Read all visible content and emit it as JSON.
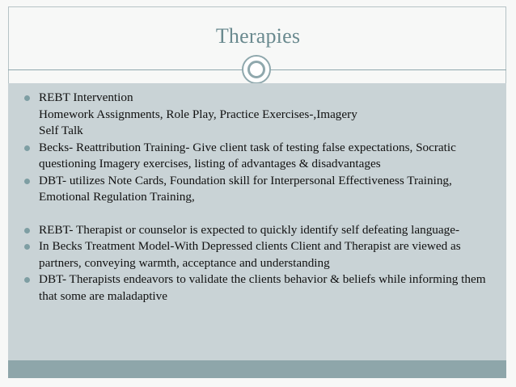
{
  "slide": {
    "title": "Therapies",
    "colors": {
      "accent": "#8fa8ad",
      "title": "#6a8a8f",
      "panel": "#c9d3d6",
      "footer": "#8ea6aa"
    },
    "items": [
      {
        "text": "REBT Intervention",
        "sub": [
          "Homework Assignments, Role Play, Practice Exercises-,Imagery",
          "Self Talk"
        ]
      },
      {
        "text": "Becks- Reattribution Training- Give client task of testing false expectations, Socratic questioning Imagery exercises, listing of advantages & disadvantages"
      },
      {
        "text": "DBT- utilizes Note Cards, Foundation skill for Interpersonal Effectiveness Training, Emotional Regulation Training,"
      },
      {
        "text": "REBT- Therapist or counselor is expected to quickly identify self defeating language-"
      },
      {
        "text": "In Becks Treatment Model-With Depressed clients  Client and Therapist are viewed as partners, conveying warmth, acceptance and understanding"
      },
      {
        "text": "DBT- Therapists endeavors to validate the clients behavior & beliefs while informing them that some are maladaptive"
      }
    ]
  }
}
